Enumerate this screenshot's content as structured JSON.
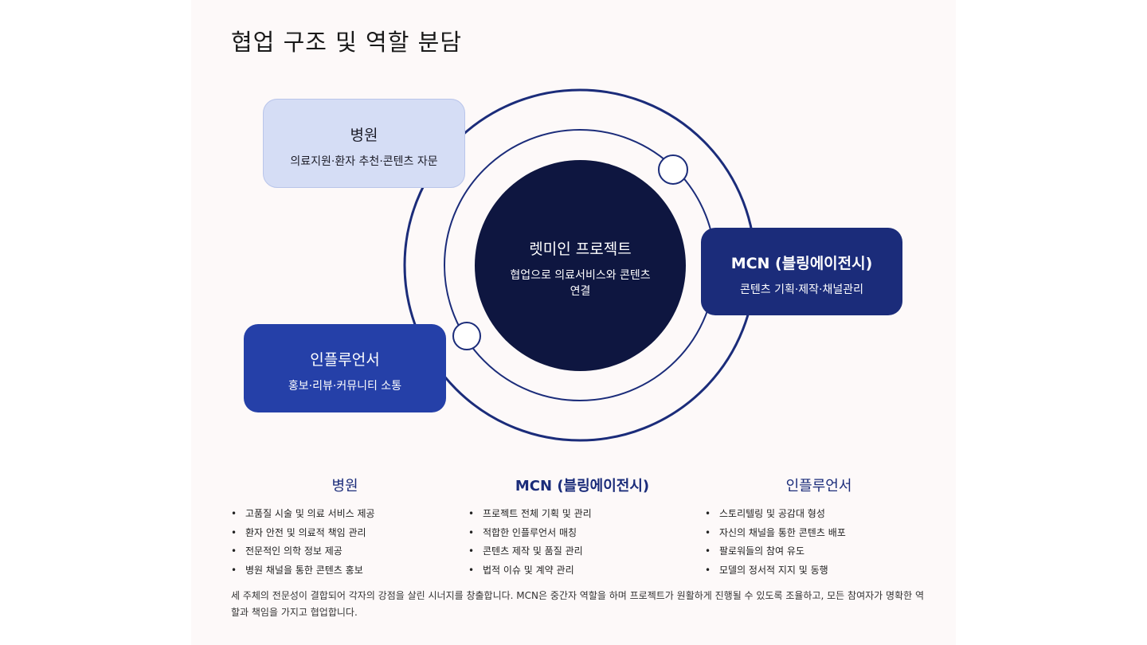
{
  "title": "협업 구조 및 역할 분담",
  "center": {
    "title": "렛미인 프로젝트",
    "subtitle": "협업으로 의료서비스와 콘텐츠 연결"
  },
  "nodes": {
    "hospital": {
      "title": "병원",
      "subtitle": "의료지원·환자 추천·콘텐츠 자문"
    },
    "mcn": {
      "title": "MCN (블링에이전시)",
      "subtitle": "콘텐츠 기획·제작·채널관리"
    },
    "influencer": {
      "title": "인플루언서",
      "subtitle": "홍보·리뷰·커뮤니티 소통"
    }
  },
  "columns": [
    {
      "heading": "병원",
      "items": [
        "고품질 시술 및 의료 서비스 제공",
        "환자 안전 및 의료적 책임 관리",
        "전문적인 의학 정보 제공",
        "병원 채널을 통한 콘텐츠 홍보"
      ]
    },
    {
      "heading": "MCN (블링에이전시)",
      "items": [
        "프로젝트 전체 기획 및 관리",
        "적합한 인플루언서 매칭",
        "콘텐츠 제작 및 품질 관리",
        "법적 이슈 및 계약 관리"
      ]
    },
    {
      "heading": "인플루언서",
      "items": [
        "스토리텔링 및 공감대 형성",
        "자신의 채널을 통한 콘텐츠 배포",
        "팔로워들의 참여 유도",
        "모델의 정서적 지지 및 동행"
      ]
    }
  ],
  "footer": "세 주체의 전문성이 결합되어 각자의 강점을 살린 시너지를 창출합니다. MCN은 중간자 역할을 하며 프로젝트가 원활하게 진행될 수 있도록 조율하고, 모든 참여자가 명확한 역할과 책임을 가지고 협업합니다.",
  "colors": {
    "navy": "#1b2c7a",
    "center": "#0e1640",
    "light": "#d5ddf5",
    "blue": "#2540a8",
    "background": "#fdf9f9"
  }
}
